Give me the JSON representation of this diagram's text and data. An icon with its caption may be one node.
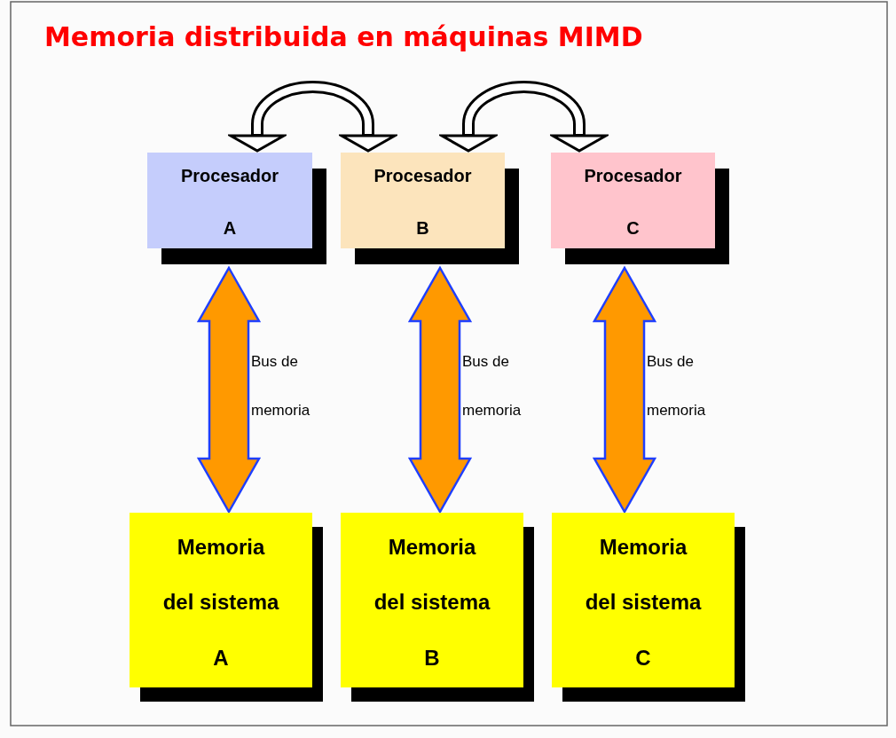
{
  "diagram": {
    "title": "Memoria distribuida en máquinas MIMD",
    "nodes": [
      {
        "text": [
          "Procesador",
          "A"
        ]
      },
      {
        "text": [
          "Procesador",
          "B"
        ]
      },
      {
        "text": [
          "Procesador",
          "C"
        ]
      },
      {
        "text": [
          "Memoria",
          "del sistema",
          "A"
        ]
      },
      {
        "text": [
          "Memoria",
          "del sistema",
          "B"
        ]
      },
      {
        "text": [
          "Memoria",
          "del sistema",
          "C"
        ]
      }
    ],
    "edges": [
      {
        "from": 0,
        "to": 1,
        "arrow": "both"
      },
      {
        "from": 1,
        "to": 2,
        "arrow": "both"
      },
      {
        "from": 3,
        "to": 0,
        "arrow": "both",
        "label": "Bus de memoria",
        "style": "thick",
        "color": "#ff9900"
      },
      {
        "from": 4,
        "to": 1,
        "arrow": "both",
        "label": "Bus de memoria",
        "style": "thick",
        "color": "#ff9900"
      },
      {
        "from": 5,
        "to": 2,
        "arrow": "both",
        "label": "Bus de memoria",
        "style": "thick",
        "color": "#ff9900"
      }
    ]
  }
}
